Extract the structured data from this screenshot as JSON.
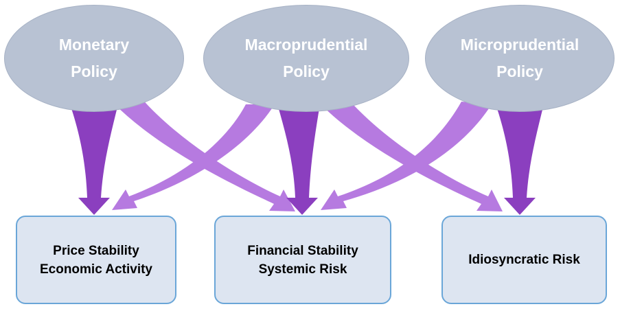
{
  "policies": [
    {
      "id": "monetary",
      "label": "Monetary\nPolicy"
    },
    {
      "id": "macroprudential",
      "label": "Macroprudential\nPolicy"
    },
    {
      "id": "microprudential",
      "label": "Microprudential\nPolicy"
    }
  ],
  "outcomes": [
    {
      "id": "price",
      "label": "Price Stability\nEconomic Activity"
    },
    {
      "id": "financial",
      "label": "Financial Stability\nSystemic Risk"
    },
    {
      "id": "idiosyncratic",
      "label": "Idiosyncratic Risk"
    }
  ],
  "colors": {
    "primary_arrow": "#8b3fbf",
    "secondary_arrow": "#b67ae0",
    "ellipse_fill": "#b8c2d3",
    "box_fill": "#dde5f1",
    "box_border": "#6aa6d8"
  }
}
